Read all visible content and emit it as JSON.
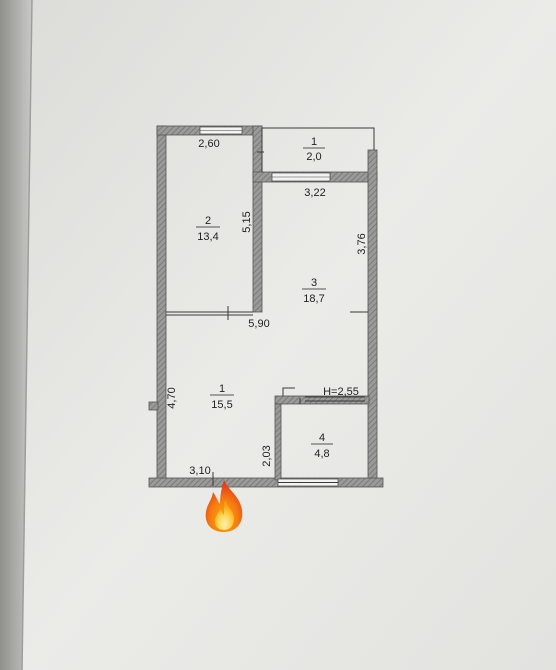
{
  "rooms": [
    {
      "number": "1",
      "area": "2,0"
    },
    {
      "number": "2",
      "area": "13,4"
    },
    {
      "number": "3",
      "area": "18,7"
    },
    {
      "number": "1",
      "area": "15,5"
    },
    {
      "number": "4",
      "area": "4,8"
    }
  ],
  "dimensions": {
    "room2_width": "2,60",
    "balcony_width": "3,22",
    "room2_length": "5,15",
    "room3_length": "3,76",
    "hall_width": "5,90",
    "hall_length": "4,70",
    "bath_height": "H=2,55",
    "bath_length": "2,03",
    "entrance_width": "3,10"
  },
  "icons": {
    "overlay": "fire-emoji-icon"
  },
  "colors": {
    "paper": "#e7e7e4",
    "wall": "#8a8a88",
    "line": "#3a3a3a",
    "text": "#222222"
  }
}
